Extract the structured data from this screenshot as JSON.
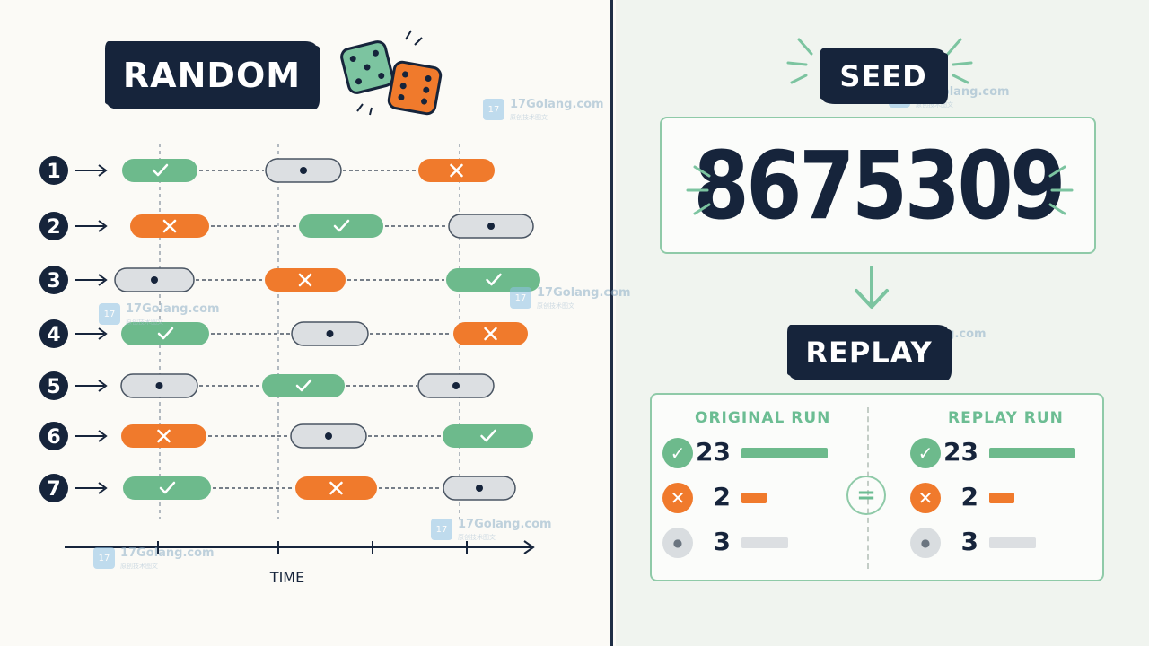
{
  "random_label": "RANDOM",
  "seed_label": "SEED",
  "seed_value": "8675309",
  "replay_label": "REPLAY",
  "time_label": "TIME",
  "watermark_text": "17Golang.com",
  "watermark_sub": "原创技术图文",
  "timeline_rows": [
    {
      "id": "1",
      "events": [
        "pass",
        "skip",
        "fail"
      ]
    },
    {
      "id": "2",
      "events": [
        "fail",
        "pass",
        "skip"
      ]
    },
    {
      "id": "3",
      "events": [
        "skip",
        "fail",
        "pass"
      ]
    },
    {
      "id": "4",
      "events": [
        "pass",
        "skip",
        "fail"
      ]
    },
    {
      "id": "5",
      "events": [
        "skip",
        "pass",
        "skip"
      ]
    },
    {
      "id": "6",
      "events": [
        "fail",
        "skip",
        "pass"
      ]
    },
    {
      "id": "7",
      "events": [
        "pass",
        "fail",
        "skip"
      ]
    }
  ],
  "original_run": {
    "title": "ORIGINAL RUN",
    "results": [
      {
        "status": "pass",
        "count": "23"
      },
      {
        "status": "fail",
        "count": "2"
      },
      {
        "status": "skip",
        "count": "3"
      }
    ]
  },
  "replay_run": {
    "title": "REPLAY RUN",
    "results": [
      {
        "status": "pass",
        "count": "23"
      },
      {
        "status": "fail",
        "count": "2"
      },
      {
        "status": "skip",
        "count": "3"
      }
    ]
  },
  "equals_symbol": "=",
  "colors": {
    "pass": "#6dba8c",
    "fail": "#f07a2c",
    "skip": "#dcdfe2",
    "navy": "#16243b",
    "accent": "#8fcaa8"
  }
}
